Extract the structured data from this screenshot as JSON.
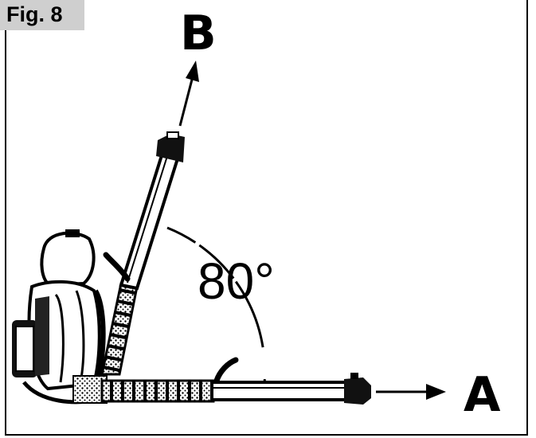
{
  "figure": {
    "label": "Fig. 8",
    "angle_label": "80°",
    "direction_a": "A",
    "direction_b": "B"
  }
}
